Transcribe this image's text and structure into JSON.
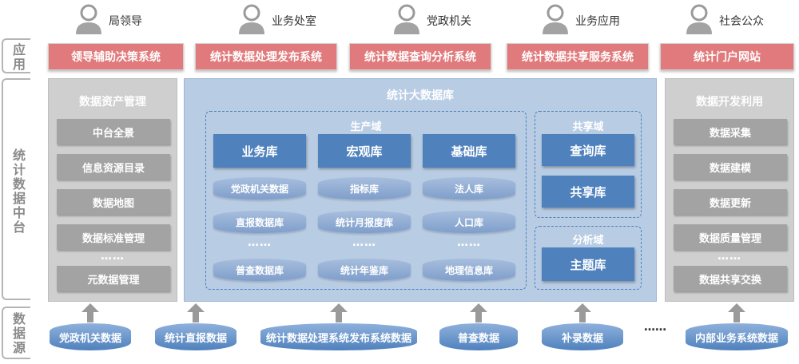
{
  "layers": {
    "application": "应用",
    "platform": "统计数据中台",
    "source": "数据源"
  },
  "users": [
    {
      "label": "局领导",
      "icon": "user-icon"
    },
    {
      "label": "业务处室",
      "icon": "user-icon"
    },
    {
      "label": "党政机关",
      "icon": "user-icon"
    },
    {
      "label": "业务应用",
      "icon": "user-icon"
    },
    {
      "label": "社会公众",
      "icon": "user-icon"
    }
  ],
  "apps": [
    "领导辅助决策系统",
    "统计数据处理发布系统",
    "统计数据查询分析系统",
    "统计数据共享服务系统",
    "统计门户网站"
  ],
  "asset_mgmt": {
    "title": "数据资产管理",
    "items": [
      "中台全景",
      "信息资源目录",
      "数据地图",
      "数据标准管理"
    ],
    "ellipsis": "……",
    "last": "元数据管理"
  },
  "big_db": {
    "title": "统计大数据库",
    "production": {
      "title": "生产域",
      "main": [
        "业务库",
        "宏观库",
        "基础库"
      ],
      "col1": [
        "党政机关数据",
        "直报数据库",
        "……",
        "普查数据库"
      ],
      "col2": [
        "指标库",
        "统计月报度库",
        "……",
        "统计年鉴库"
      ],
      "col3": [
        "法人库",
        "人口库",
        "……",
        "地理信息库"
      ]
    },
    "share": {
      "title": "共享域",
      "items": [
        "查询库",
        "共享库"
      ]
    },
    "analysis": {
      "title": "分析域",
      "items": [
        "主题库"
      ]
    }
  },
  "dev_use": {
    "title": "数据开发利用",
    "items": [
      "数据采集",
      "数据建模",
      "数据更新",
      "数据质量管理"
    ],
    "ellipsis": "……",
    "last": "数据共享交换"
  },
  "sources": [
    "党政机关数据",
    "统计直报数据",
    "统计数据处理系统发布系统数据",
    "普查数据",
    "补录数据",
    "内部业务系统数据"
  ],
  "sources_ellipsis": "……",
  "colors": {
    "app": "#e07a7c",
    "db_main": "#4f81bd",
    "panel_gray": "#cfcfcf",
    "panel_blue": "#b8cce4"
  }
}
